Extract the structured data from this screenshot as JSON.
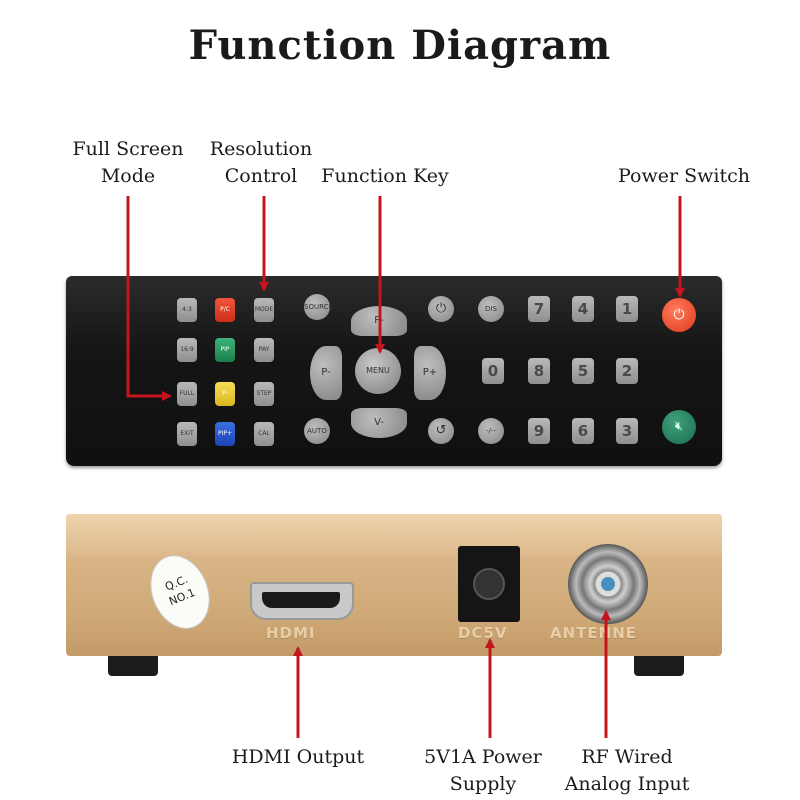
{
  "title": "Function Diagram",
  "labels": {
    "full_screen": "Full Screen\nMode",
    "resolution": "Resolution\nControl",
    "function_key": "Function Key",
    "power_switch": "Power Switch",
    "hdmi_output": "HDMI Output",
    "power_supply": "5V1A Power\nSupply",
    "rf_input": "RF Wired\nAnalog Input"
  },
  "remote": {
    "left_col": [
      "4:3",
      "16:9",
      "FULL",
      "EXIT"
    ],
    "color_col": [
      "P/C",
      "PIP",
      "P-",
      "PIP+"
    ],
    "mode_col": [
      "MODE",
      "PAY",
      "STEP",
      "CAL"
    ],
    "nav": {
      "up": "P-",
      "left": "P-",
      "right": "P+",
      "down": "V-",
      "center": "MENU"
    },
    "round_left": [
      "SOURCE",
      "AUTO"
    ],
    "round_mid": [
      "⏻",
      "↺"
    ],
    "dis": "DIS",
    "dash": "-/--",
    "digits_row1": [
      "7",
      "4",
      "1"
    ],
    "digits_row2": [
      "0",
      "8",
      "5",
      "2"
    ],
    "digits_row3": [
      "9",
      "6",
      "3"
    ]
  },
  "box": {
    "qc_text": "Q.C.\nNO.1",
    "hdmi_label": "HDMI",
    "dc_label": "DC5V",
    "antenna_label": "ANTENNE"
  },
  "colors": {
    "arrow": "#c4141c",
    "power_button": "#e5432a",
    "mute_button": "#217a5a",
    "box": "#d9b587"
  }
}
